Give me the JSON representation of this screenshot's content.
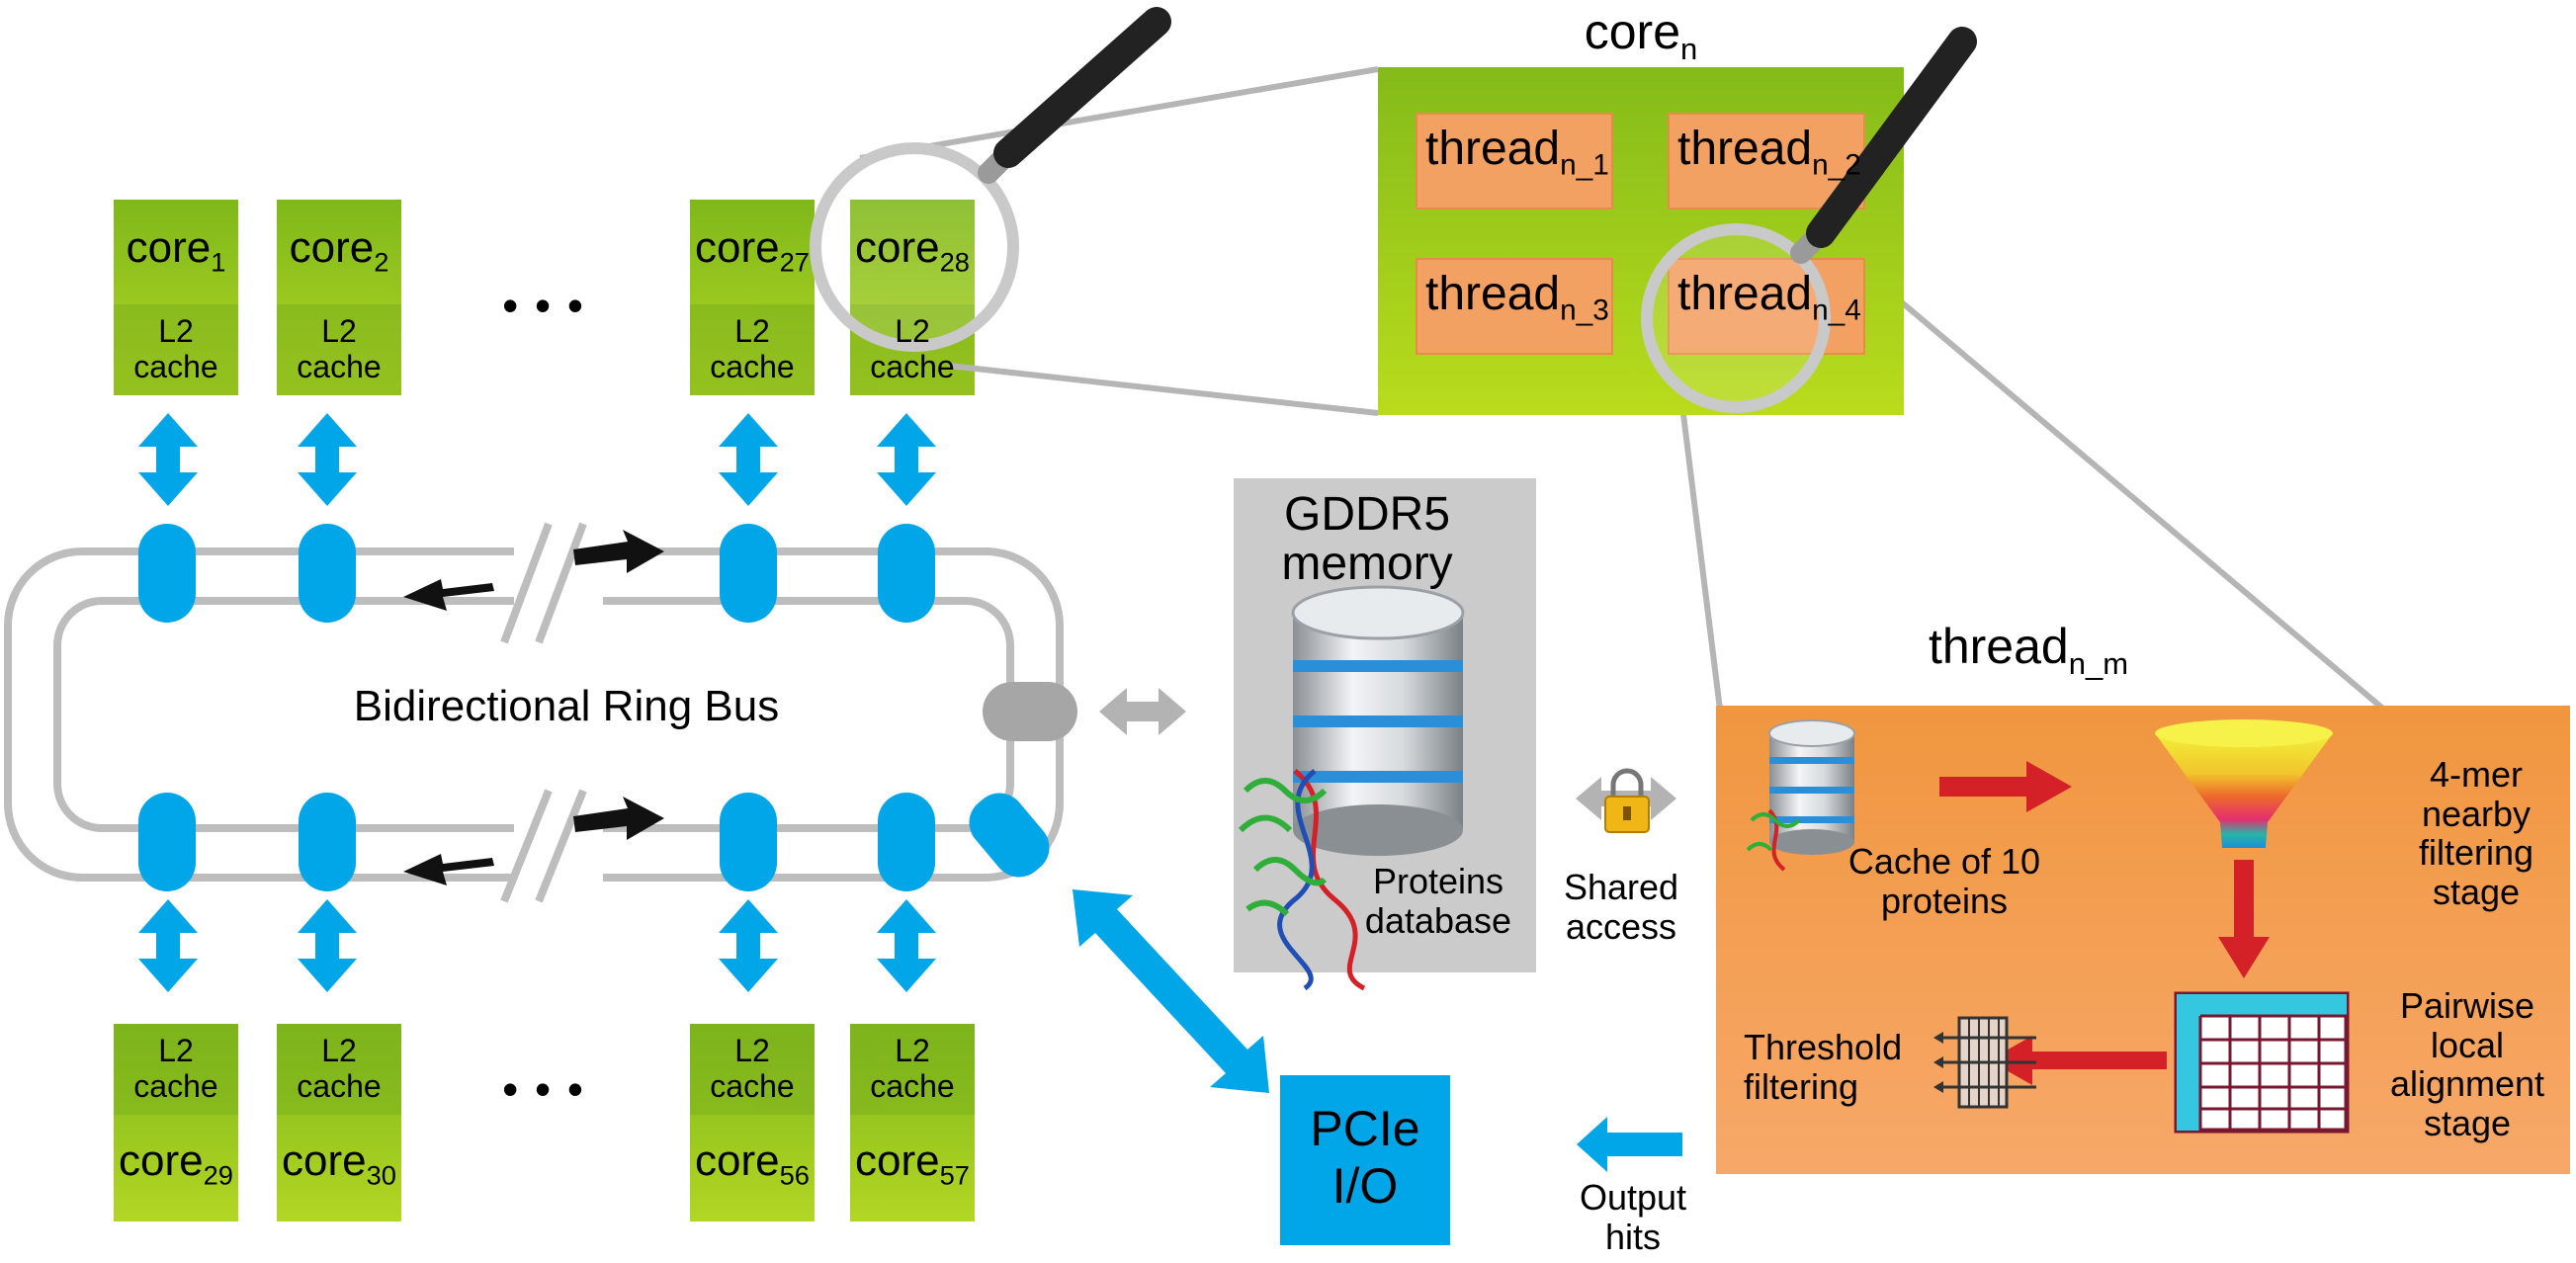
{
  "labels": {
    "ring_bus": "Bidirectional Ring Bus",
    "core_prefix": "core",
    "l2_line1": "L2",
    "l2_line2": "cache",
    "dots": "• • •",
    "gddr5_line1": "GDDR5",
    "gddr5_line2": "memory",
    "proteins_db_line1": "Proteins",
    "proteins_db_line2": "database",
    "shared_line1": "Shared",
    "shared_line2": "access",
    "pcie_line1": "PCIe",
    "pcie_line2": "I/O",
    "output_line1": "Output",
    "output_line2": "hits",
    "core_n_base": "core",
    "core_n_sub": "n",
    "thread_base": "thread",
    "thread_nm_sub": "n_m",
    "cache_line1": "Cache of 10",
    "cache_line2": "proteins",
    "kmer_line1": "4-mer",
    "kmer_line2": "nearby",
    "kmer_line3": "filtering",
    "kmer_line4": "stage",
    "pairwise_line1": "Pairwise",
    "pairwise_line2": "local",
    "pairwise_line3": "alignment",
    "pairwise_line4": "stage",
    "threshold_line1": "Threshold",
    "threshold_line2": "filtering"
  },
  "cores_top": [
    "1",
    "2",
    "27",
    "28"
  ],
  "cores_bottom": [
    "29",
    "30",
    "56",
    "57"
  ],
  "threads": [
    "n_1",
    "n_2",
    "n_3",
    "n_4"
  ],
  "colors": {
    "core_green_top": "#8cbf1e",
    "core_green_bottom": "#a8cf22",
    "cyan": "#00a6e8",
    "thread_orange": "#f3a063",
    "panel_orange": "#f29a4d",
    "red": "#d42027",
    "gray_panel": "#cbcbcb"
  }
}
